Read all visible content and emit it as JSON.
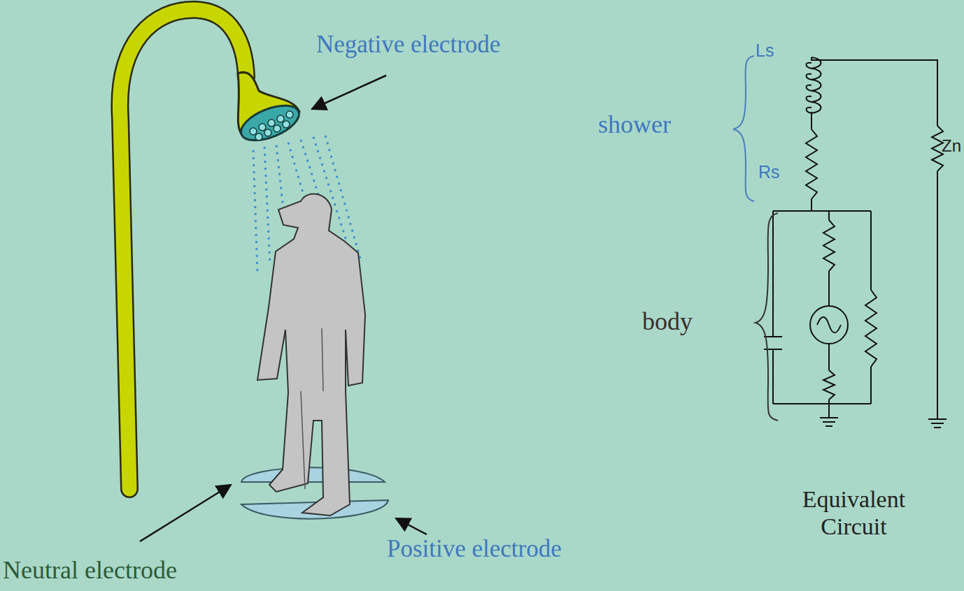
{
  "diagram": {
    "labels": [
      "Negative electrode",
      "Ls",
      "shower",
      "Zn",
      "Rs",
      "body",
      "Equivalent Circuit",
      "Positive electrode",
      "Neutral electrode"
    ]
  }
}
